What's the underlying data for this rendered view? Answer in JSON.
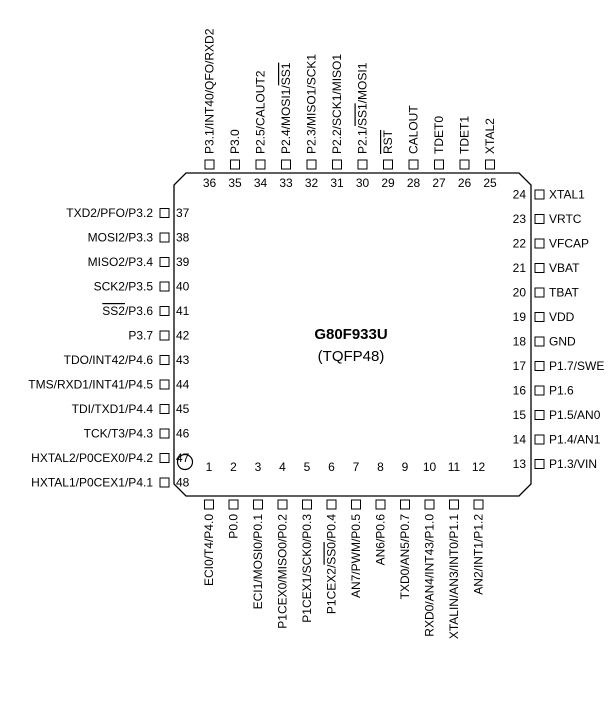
{
  "chip": {
    "part": "G80F933U",
    "package": "(TQFP48)"
  },
  "pins": {
    "bottom": [
      {
        "num": "1",
        "label": "ECI0/T4/P4.0"
      },
      {
        "num": "2",
        "label": "P0.0"
      },
      {
        "num": "3",
        "label": "ECI1/MOSI0/P0.1"
      },
      {
        "num": "4",
        "label": "P1CEX0/MISO0/P0.2"
      },
      {
        "num": "5",
        "label": "P1CEX1/SCK0/P0.3"
      },
      {
        "num": "6",
        "label": "P1CEX2/SS0/P0.4",
        "overline": "SS0"
      },
      {
        "num": "7",
        "label": "AN7/PWM/P0.5"
      },
      {
        "num": "8",
        "label": "AN6/P0.6"
      },
      {
        "num": "9",
        "label": "TXD0/AN5/P0.7"
      },
      {
        "num": "10",
        "label": "RXD0/AN4/INT43/P1.0"
      },
      {
        "num": "11",
        "label": "XTALIN/AN3/INT0/P1.1"
      },
      {
        "num": "12",
        "label": "AN2/INT1/P1.2"
      }
    ],
    "right": [
      {
        "num": "13",
        "label": "P1.3/VIN"
      },
      {
        "num": "14",
        "label": "P1.4/AN1"
      },
      {
        "num": "15",
        "label": "P1.5/AN0"
      },
      {
        "num": "16",
        "label": "P1.6"
      },
      {
        "num": "17",
        "label": "P1.7/SWE"
      },
      {
        "num": "18",
        "label": "GND"
      },
      {
        "num": "19",
        "label": "VDD"
      },
      {
        "num": "20",
        "label": "TBAT"
      },
      {
        "num": "21",
        "label": "VBAT"
      },
      {
        "num": "22",
        "label": "VFCAP"
      },
      {
        "num": "23",
        "label": "VRTC"
      },
      {
        "num": "24",
        "label": "XTAL1"
      }
    ],
    "top": [
      {
        "num": "25",
        "label": "XTAL2"
      },
      {
        "num": "26",
        "label": "TDET1"
      },
      {
        "num": "27",
        "label": "TDET0"
      },
      {
        "num": "28",
        "label": "CALOUT"
      },
      {
        "num": "29",
        "label": "RST",
        "overline": "RST"
      },
      {
        "num": "30",
        "label": "P2.1/SS1/MOSI1",
        "overline": "SS1"
      },
      {
        "num": "31",
        "label": "P2.2/SCK1/MISO1"
      },
      {
        "num": "32",
        "label": "P2.3/MISO1/SCK1"
      },
      {
        "num": "33",
        "label": "P2.4/MOSI1/SS1",
        "overline": "SS1"
      },
      {
        "num": "34",
        "label": "P2.5/CALOUT2"
      },
      {
        "num": "35",
        "label": "P3.0"
      },
      {
        "num": "36",
        "label": "P3.1/INT40/QFO/RXD2"
      }
    ],
    "left": [
      {
        "num": "37",
        "label": "TXD2/PFO/P3.2"
      },
      {
        "num": "38",
        "label": "MOSI2/P3.3"
      },
      {
        "num": "39",
        "label": "MISO2/P3.4"
      },
      {
        "num": "40",
        "label": "SCK2/P3.5"
      },
      {
        "num": "41",
        "label": "SS2/P3.6",
        "overline": "SS2"
      },
      {
        "num": "42",
        "label": "P3.7"
      },
      {
        "num": "43",
        "label": "TDO/INT42/P4.6"
      },
      {
        "num": "44",
        "label": "TMS/RXD1/INT41/P4.5"
      },
      {
        "num": "45",
        "label": "TDI/TXD1/P4.4"
      },
      {
        "num": "46",
        "label": "TCK/T3/P4.3"
      },
      {
        "num": "47",
        "label": "HXTAL2/P0CEX0/P4.2"
      },
      {
        "num": "48",
        "label": "HXTAL1/P0CEX1/P4.1"
      }
    ]
  }
}
